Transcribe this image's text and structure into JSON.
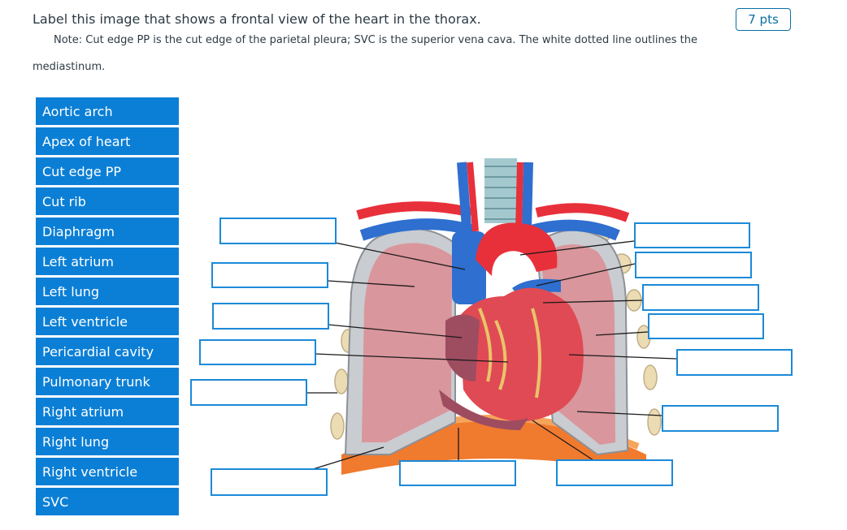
{
  "question": {
    "title": "Label this image that shows a frontal view of the heart in the thorax.",
    "note_line1": "Note: Cut edge PP is the cut edge of the parietal pleura; SVC is the superior vena cava. The white dotted line outlines the",
    "note_line2": "mediastinum.",
    "points": "7 pts"
  },
  "labels": [
    "Aortic arch",
    "Apex of heart",
    "Cut edge PP",
    "Cut rib",
    "Diaphragm",
    "Left atrium",
    "Left lung",
    "Left ventricle",
    "Pericardial cavity",
    "Pulmonary trunk",
    "Right atrium",
    "Right lung",
    "Right ventricle",
    "SVC"
  ],
  "colors": {
    "chip": "#0b7fd6",
    "drop_border": "#1b8ad8",
    "points_border": "#0770a3"
  }
}
